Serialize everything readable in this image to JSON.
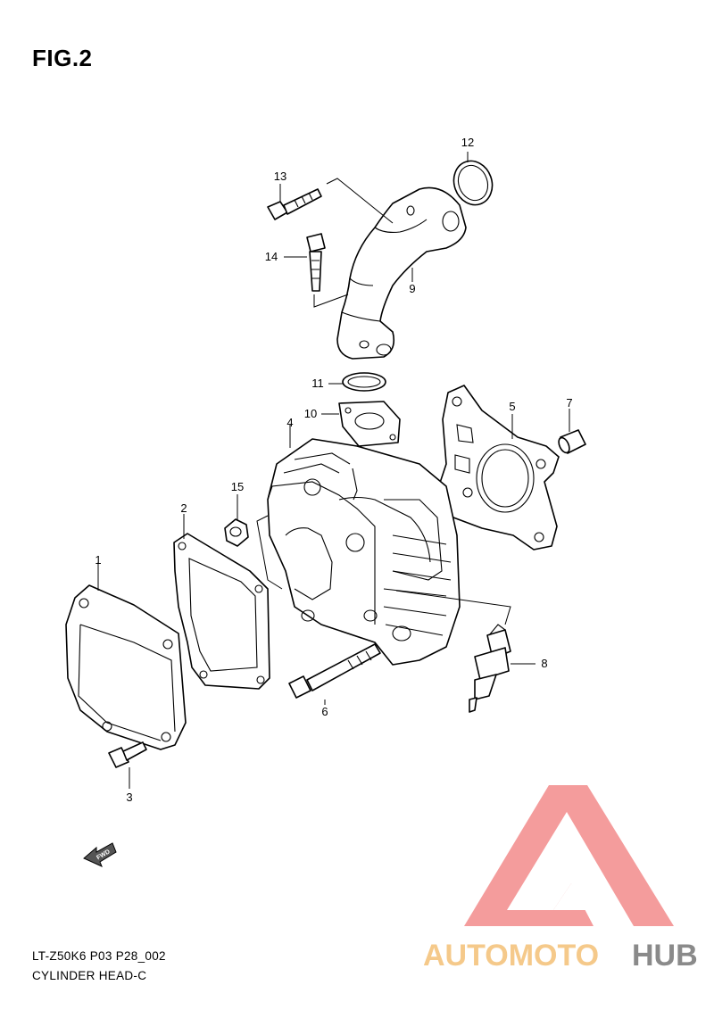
{
  "figure": {
    "title": "FIG.2"
  },
  "footer": {
    "code": "LT-Z50K6 P03 P28_002",
    "caption": "CYLINDER HEAD-C"
  },
  "fwd_arrow": {
    "label": "FWD"
  },
  "callouts": [
    "1",
    "2",
    "3",
    "4",
    "5",
    "6",
    "7",
    "8",
    "9",
    "10",
    "11",
    "12",
    "13",
    "14",
    "15"
  ],
  "watermark": {
    "text_a": "AUTOMOTO",
    "text_b": "HUB",
    "colors": {
      "triangle": "#f28b8b",
      "text_a": "#f5c98a",
      "text_b": "#8a8a8a"
    }
  }
}
